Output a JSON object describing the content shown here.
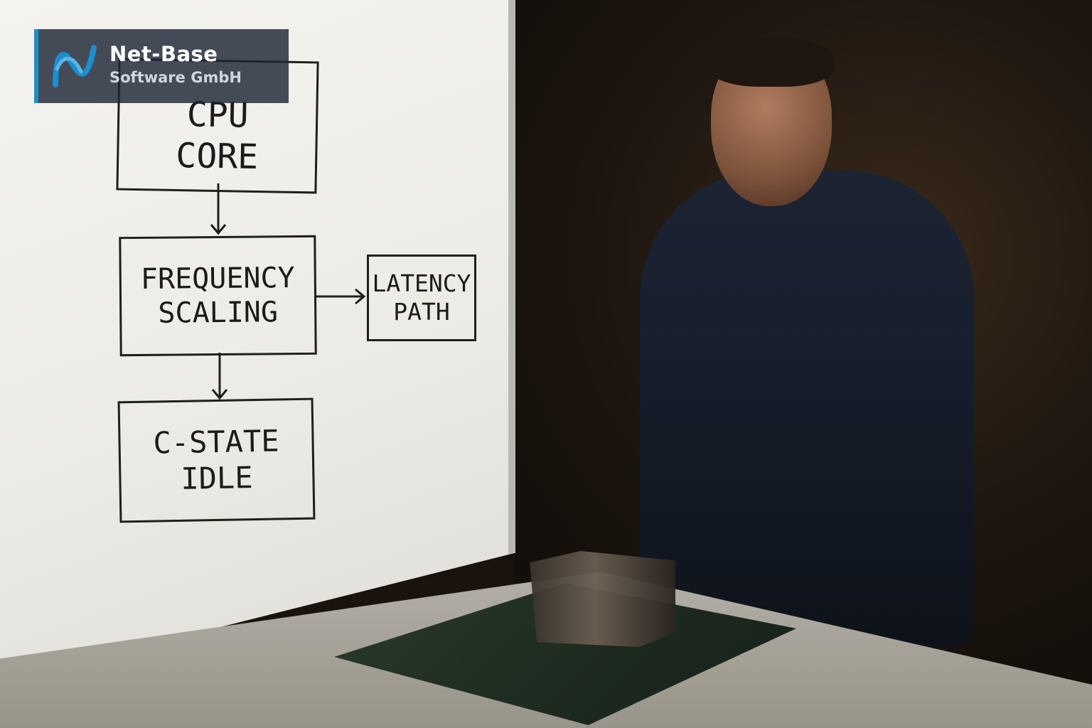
{
  "logo": {
    "line1": "Net-Base",
    "line2": "Software GmbH",
    "icon": "net-base-wave-icon",
    "accent_color": "#1b8fd0"
  },
  "whiteboard": {
    "boxes": [
      {
        "lines": [
          "CPU",
          "CORE"
        ]
      },
      {
        "lines": [
          "FREQUENCY",
          "SCALING"
        ]
      },
      {
        "lines": [
          "LATENCY",
          "PATH"
        ]
      },
      {
        "lines": [
          "C-STATE",
          "IDLE"
        ]
      }
    ]
  }
}
